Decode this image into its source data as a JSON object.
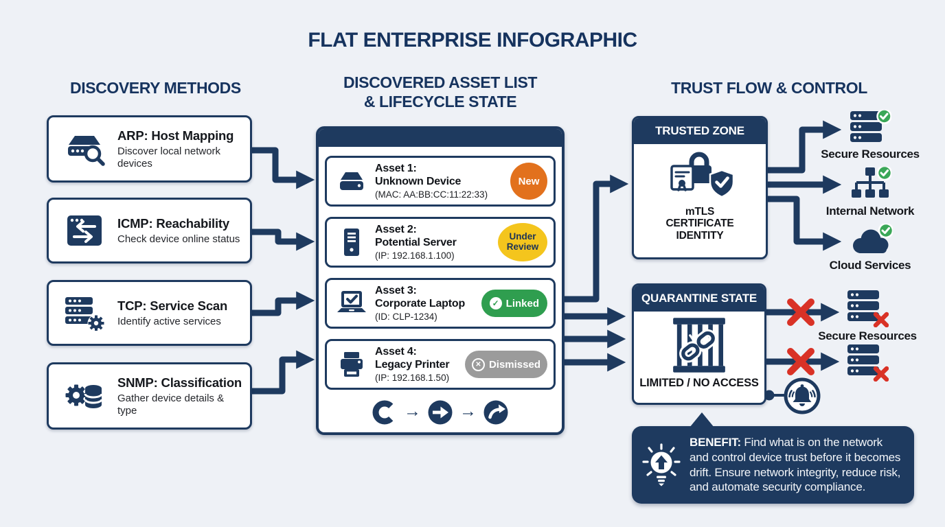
{
  "title": "FLAT ENTERPRISE INFOGRAPHIC",
  "colors": {
    "navy": "#1e3a5f",
    "background": "#eef1f6",
    "badge_new": "#e2711d",
    "badge_under_review": "#f4c51d",
    "badge_linked": "#2f9e4f",
    "badge_dismissed": "#9b9b9b",
    "allowed_check": "#3aa757",
    "blocked_x": "#d93226"
  },
  "icons": {
    "check_glyph": "✓",
    "x_glyph": "✕"
  },
  "discovery": {
    "heading": "DISCOVERY METHODS",
    "items": [
      {
        "icon": "server-search-icon",
        "title": "ARP: Host Mapping",
        "desc": "Discover local network devices"
      },
      {
        "icon": "window-transfer-arrows-icon",
        "title": "ICMP: Reachability",
        "desc": "Check device online status"
      },
      {
        "icon": "server-stack-gear-icon",
        "title": "TCP: Service Scan",
        "desc": "Identify active services"
      },
      {
        "icon": "gear-database-icon",
        "title": "SNMP: Classification",
        "desc": "Gather device details & type"
      }
    ]
  },
  "assets": {
    "heading_line1": "DISCOVERED ASSET LIST",
    "heading_line2": "& LIFECYCLE STATE",
    "flow_arrow": "→",
    "lifecycle_icons": [
      "refresh-icon",
      "arrow-circle-icon",
      "share-forward-icon"
    ],
    "items": [
      {
        "icon": "storage-device-icon",
        "label": "Asset 1:",
        "name": "Unknown Device",
        "detail": "(MAC: AA:BB:CC:11:22:33)",
        "badge": "New",
        "badge_color": "#e2711d"
      },
      {
        "icon": "tower-server-icon",
        "label": "Asset 2:",
        "name": "Potential Server",
        "detail": "(IP: 192.168.1.100)",
        "badge": "Under Review",
        "badge_color": "#f4c51d"
      },
      {
        "icon": "laptop-check-icon",
        "label": "Asset 3:",
        "name": "Corporate Laptop",
        "detail": "(ID: CLP-1234)",
        "badge": "Linked",
        "badge_color": "#2f9e4f"
      },
      {
        "icon": "printer-icon",
        "label": "Asset 4:",
        "name": "Legacy Printer",
        "detail": "(IP: 192.168.1.50)",
        "badge": "Dismissed",
        "badge_color": "#9b9b9b"
      }
    ]
  },
  "trust": {
    "heading": "TRUST FLOW & CONTROL",
    "trusted_zone": {
      "header": "TRUSTED ZONE",
      "icon": "lock-certificate-shield-icon",
      "caption_line1": "mTLS",
      "caption_line2": "CERTIFICATE",
      "caption_line3": "IDENTITY"
    },
    "trusted_targets": [
      {
        "icon": "server-stack-icon",
        "label": "Secure Resources",
        "status": "allowed"
      },
      {
        "icon": "network-tree-icon",
        "label": "Internal Network",
        "status": "allowed"
      },
      {
        "icon": "cloud-icon",
        "label": "Cloud Services",
        "status": "allowed"
      }
    ],
    "quarantine_zone": {
      "header": "QUARANTINE STATE",
      "icon": "jail-broken-chain-icon",
      "caption": "LIMITED / NO ACCESS"
    },
    "quarantine_targets": [
      {
        "icon": "server-stack-icon",
        "label": "Secure Resources",
        "status": "blocked"
      },
      {
        "icon": "server-stack-icon",
        "label": "",
        "status": "blocked"
      }
    ],
    "alert_icon": "bell-icon"
  },
  "benefit": {
    "icon": "lightbulb-icon",
    "label": "BENEFIT:",
    "text": " Find what is on the network and control device trust before it becomes drift. Ensure network integrity, reduce risk, and automate security compliance."
  }
}
